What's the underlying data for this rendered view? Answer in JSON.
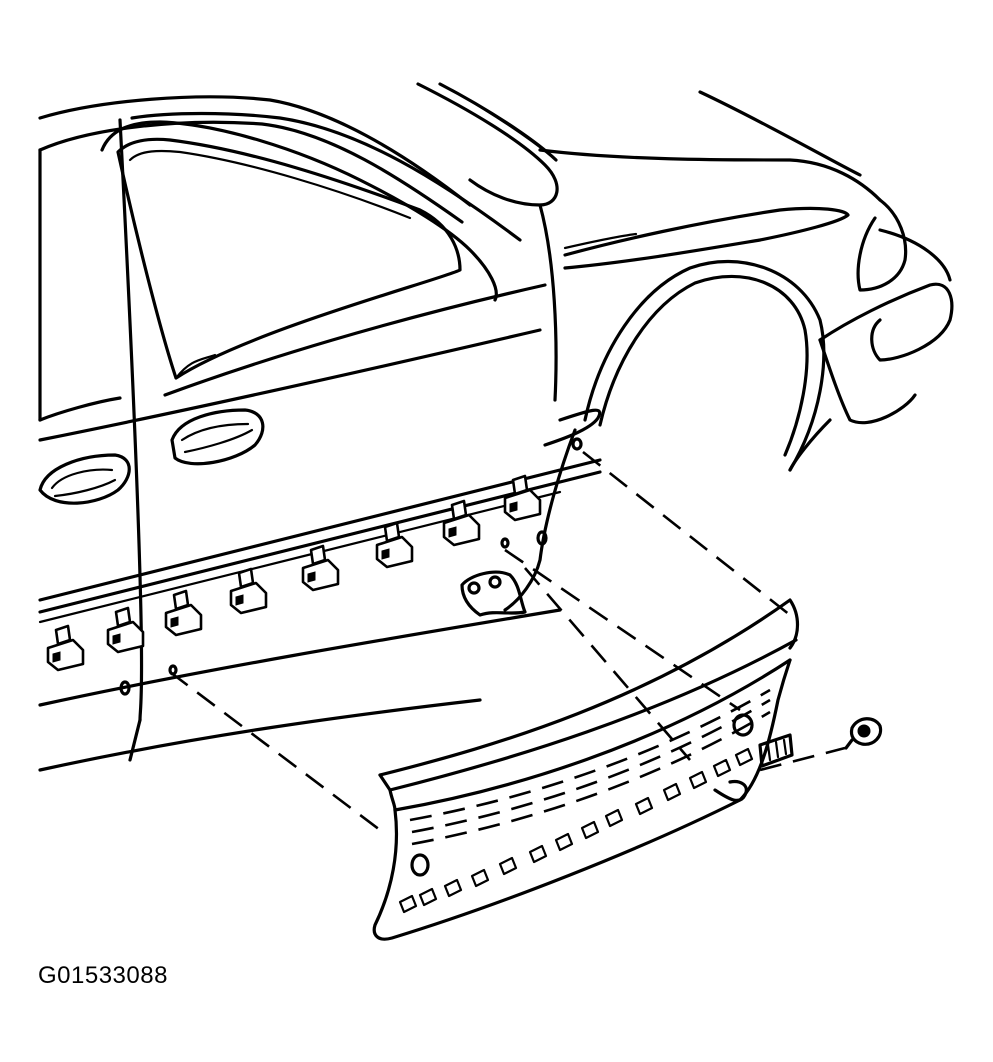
{
  "figure": {
    "id_label": "G01533088"
  },
  "parts": {
    "vehicle": "vehicle-body-outline",
    "molding": "rocker-panel-molding",
    "fastener": "molding-fastener"
  }
}
